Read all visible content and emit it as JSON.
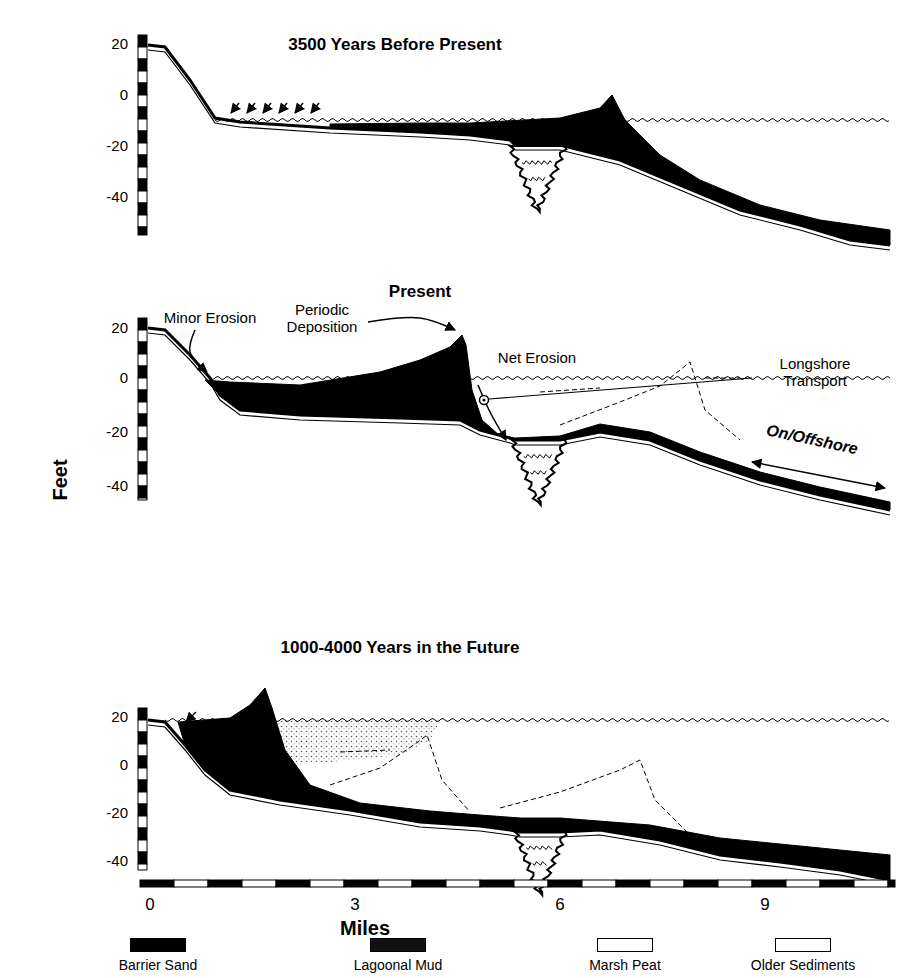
{
  "diagram": {
    "labels": [
      "3500 Years Before Present",
      "20",
      "0",
      "-20",
      "-40",
      "Present",
      "Minor Erosion",
      "Periodic Deposition",
      "Net Erosion",
      "Longshore Transport",
      "On/Offshore",
      "20",
      "0",
      "-20",
      "-40",
      "1000-4000 Years in the Future",
      "20",
      "0",
      "-20",
      "-40",
      "Feet",
      "0",
      "3",
      "6",
      "9",
      "Miles"
    ],
    "legend": [
      {
        "text": "Barrier Sand",
        "color": "#000000"
      },
      {
        "text": "Lagoonal Mud",
        "color": "#111111"
      },
      {
        "text": "Marsh Peat",
        "color": "#ffffff"
      },
      {
        "text": "Older Sediments",
        "color": "#ffffff"
      }
    ]
  }
}
